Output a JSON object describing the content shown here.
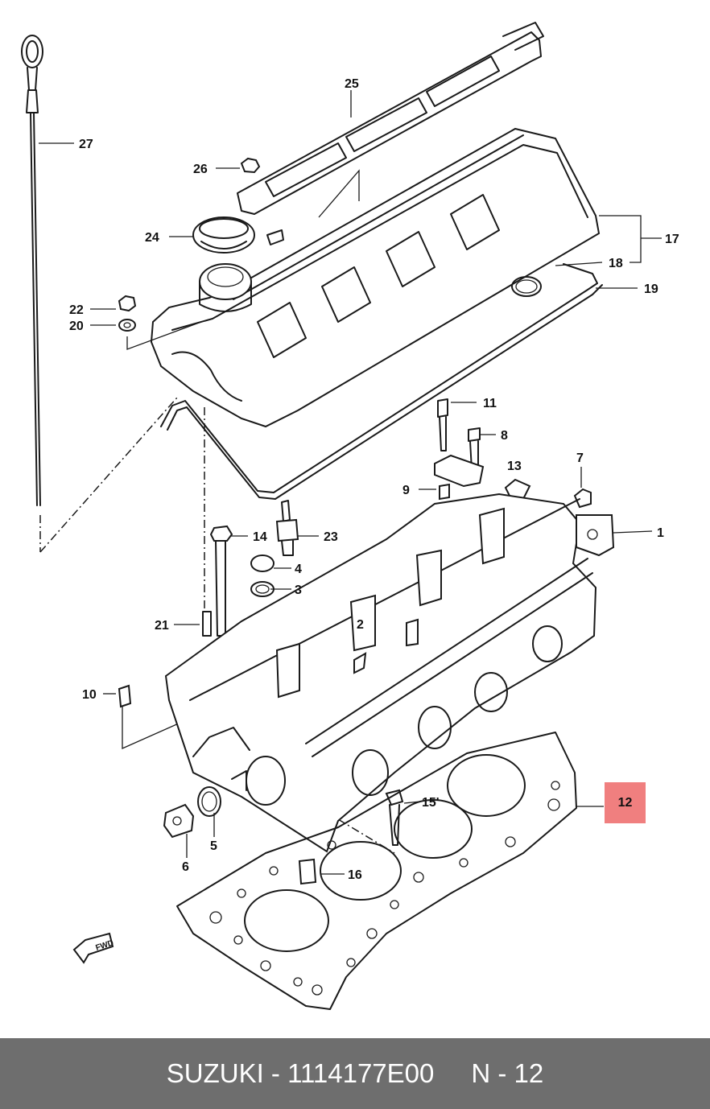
{
  "diagram": {
    "labels": {
      "p1": "1",
      "p2": "2",
      "p3": "3",
      "p4": "4",
      "p5": "5",
      "p6": "6",
      "p7": "7",
      "p8": "8",
      "p9": "9",
      "p10": "10",
      "p11": "11",
      "p12": "12",
      "p13": "13",
      "p14": "14",
      "p15": "15'",
      "p16": "16",
      "p17": "17",
      "p18": "18",
      "p19": "19",
      "p20": "20",
      "p21": "21",
      "p22": "22",
      "p23": "23",
      "p24": "24",
      "p25": "25",
      "p26": "26",
      "p27": "27"
    },
    "fwd_badge": "FWD",
    "highlight_color": "#f07f7f"
  },
  "footer": {
    "brand_part": "SUZUKI - 1114177E00",
    "position": "N - 12",
    "background": "#6e6e6e"
  }
}
